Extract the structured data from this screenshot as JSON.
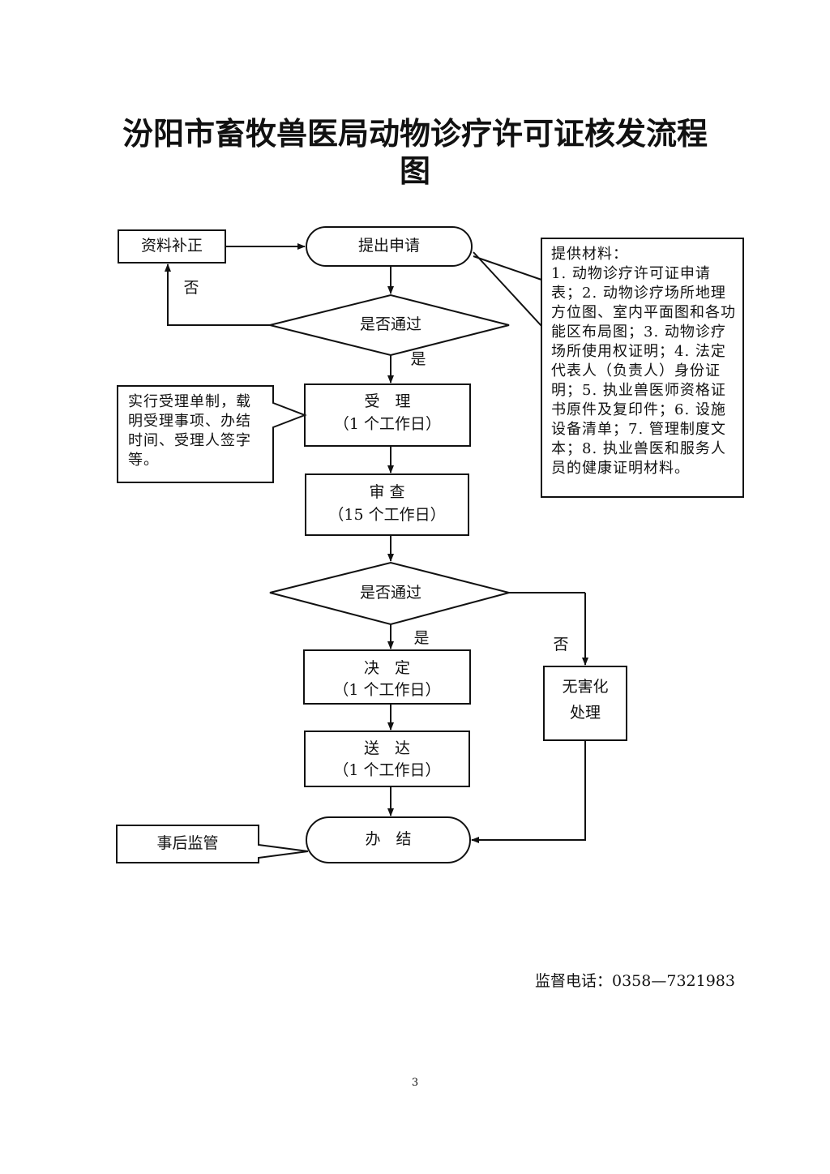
{
  "title": {
    "line1": "汾阳市畜牧兽医局动物诊疗许可证核发流程",
    "line2": "图"
  },
  "nodes": {
    "supplement": "资料补正",
    "apply": "提出申请",
    "check1": "是否通过",
    "accept_name": "受　理",
    "accept_days": "（1 个工作日）",
    "review_name": "审 查",
    "review_days": "（15 个工作日）",
    "check2": "是否通过",
    "decide_name": "决　定",
    "decide_days": "（1 个工作日）",
    "deliver_name": "送　达",
    "deliver_days": "（1 个工作日）",
    "finish": "办　结",
    "harmless_l1": "无害化",
    "harmless_l2": "处理",
    "supervise": "事后监管"
  },
  "edges": {
    "no1": "否",
    "yes1": "是",
    "yes2": "是",
    "no2": "否"
  },
  "notes": {
    "acceptance": "实行受理单制，载明受理事项、办结时间、受理人签字等。",
    "materials_title": "提供材料：",
    "materials_body": "1. 动物诊疗许可证申请表；2. 动物诊疗场所地理方位图、室内平面图和各功能区布局图；3. 动物诊疗场所使用权证明；4. 法定代表人（负责人）身份证明；5. 执业兽医师资格证书原件及复印件；6. 设施设备清单；7. 管理制度文本；8. 执业兽医和服务人员的健康证明材料。"
  },
  "footer": {
    "hotline": "监督电话：0358—7321983",
    "page_number": "3"
  }
}
